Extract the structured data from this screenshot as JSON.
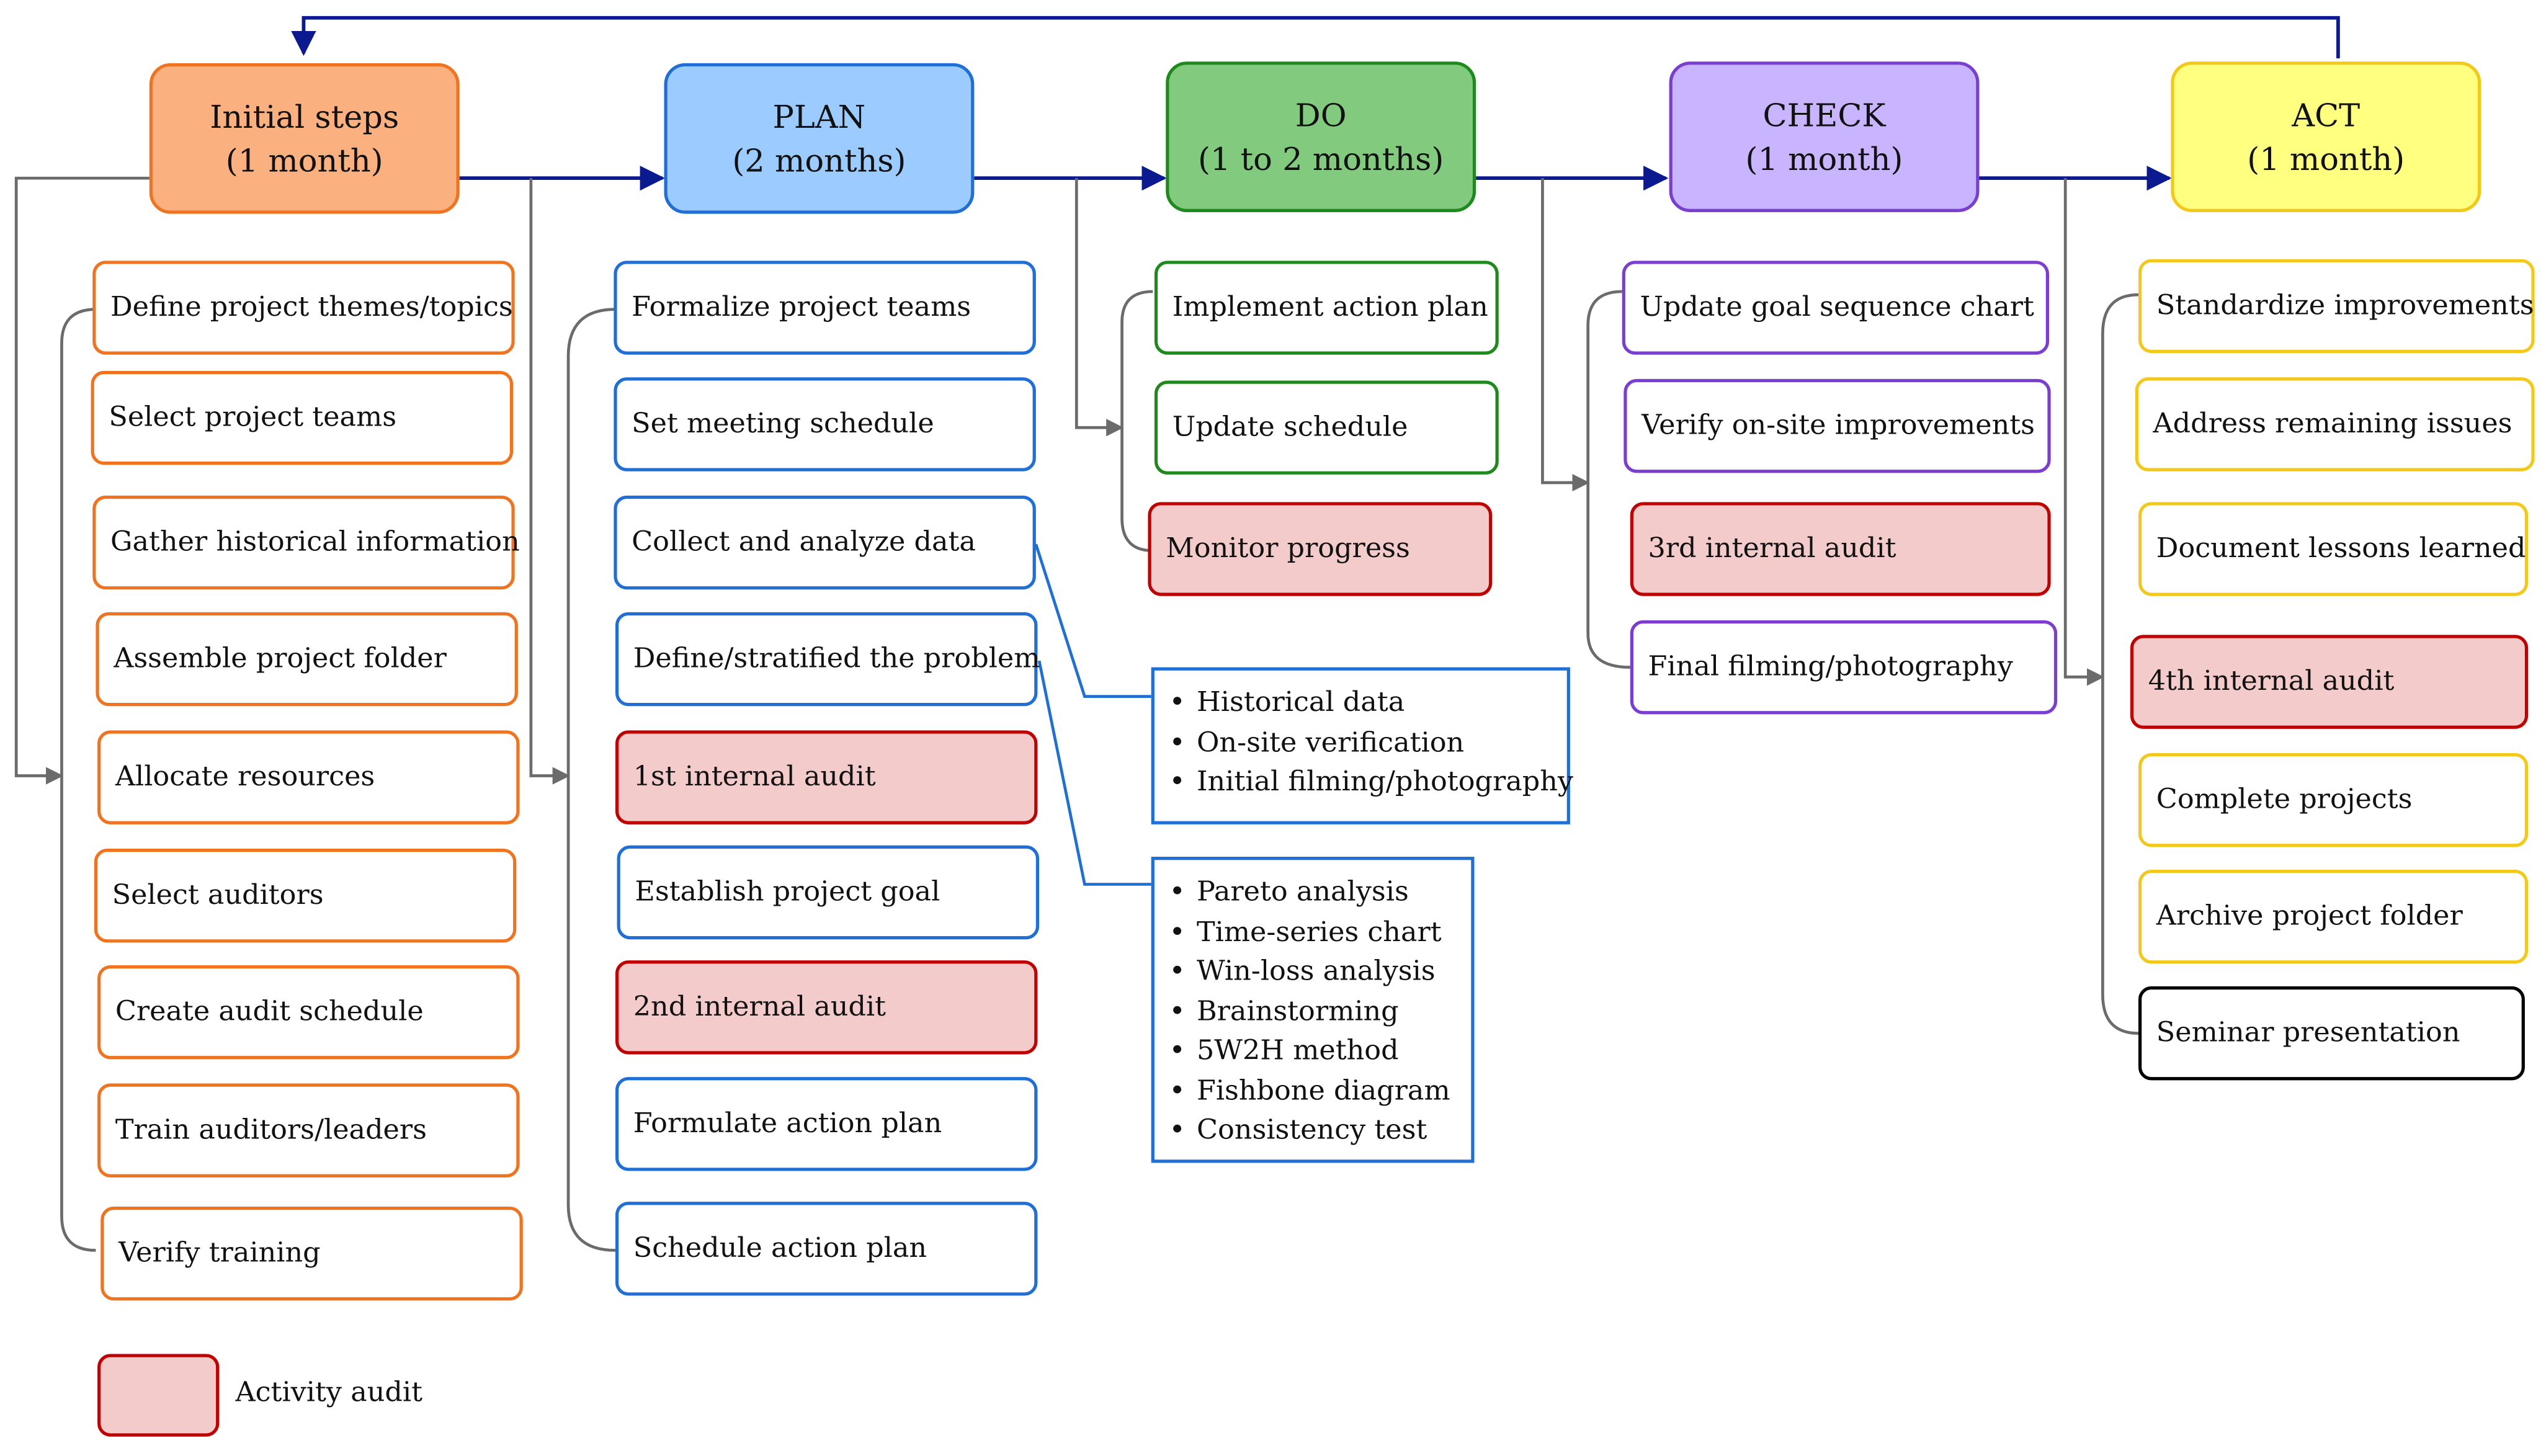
{
  "phases": [
    {
      "title": "Initial steps",
      "duration": "(1 month)",
      "fill": "#fbb07f",
      "border": "#f07320"
    },
    {
      "title": "PLAN",
      "duration": "(2 months)",
      "fill": "#9bcbff",
      "border": "#1f6fd6"
    },
    {
      "title": "DO",
      "duration": "(1 to 2 months)",
      "fill": "#82cb7e",
      "border": "#1e8a1e"
    },
    {
      "title": "CHECK",
      "duration": "(1 month)",
      "fill": "#c9b4ff",
      "border": "#7a3fd1"
    },
    {
      "title": "ACT",
      "duration": "(1 month)",
      "fill": "#ffff80",
      "border": "#f2c81b"
    }
  ],
  "columns": {
    "initial": [
      {
        "label": "Define project themes/topics",
        "audit": false
      },
      {
        "label": "Select project teams",
        "audit": false
      },
      {
        "label": "Gather historical information",
        "audit": false
      },
      {
        "label": "Assemble project folder",
        "audit": false
      },
      {
        "label": "Allocate resources",
        "audit": false
      },
      {
        "label": "Select auditors",
        "audit": false
      },
      {
        "label": "Create audit schedule",
        "audit": false
      },
      {
        "label": "Train auditors/leaders",
        "audit": false
      },
      {
        "label": "Verify training",
        "audit": false
      }
    ],
    "plan": [
      {
        "label": "Formalize project teams",
        "audit": false
      },
      {
        "label": "Set meeting schedule",
        "audit": false
      },
      {
        "label": "Collect and analyze data",
        "audit": false
      },
      {
        "label": "Define/stratified the problem",
        "audit": false
      },
      {
        "label": "1st internal audit",
        "audit": true
      },
      {
        "label": "Establish project goal",
        "audit": false
      },
      {
        "label": "2nd internal audit",
        "audit": true
      },
      {
        "label": "Formulate action plan",
        "audit": false
      },
      {
        "label": "Schedule action plan",
        "audit": false
      }
    ],
    "do": [
      {
        "label": "Implement action plan",
        "audit": false
      },
      {
        "label": "Update schedule",
        "audit": false
      },
      {
        "label": "Monitor progress",
        "audit": true
      }
    ],
    "check": [
      {
        "label": "Update goal sequence chart",
        "audit": false
      },
      {
        "label": "Verify on-site improvements",
        "audit": false
      },
      {
        "label": "3rd internal audit",
        "audit": true
      },
      {
        "label": "Final filming/photography",
        "audit": false
      }
    ],
    "act": [
      {
        "label": "Standardize improvements",
        "audit": false
      },
      {
        "label": "Address remaining issues",
        "audit": false
      },
      {
        "label": "Document lessons learned",
        "audit": false
      },
      {
        "label": "4th internal audit",
        "audit": true
      },
      {
        "label": "Complete projects",
        "audit": false
      },
      {
        "label": "Archive project folder",
        "audit": false
      },
      {
        "label": "Seminar presentation",
        "audit": false
      }
    ]
  },
  "data_collection_methods": [
    "Historical data",
    "On-site verification",
    "Initial filming/photography"
  ],
  "problem_analysis_tools": [
    "Pareto analysis",
    "Time-series chart",
    "Win-loss analysis",
    "Brainstorming",
    "5W2H method",
    "Fishbone diagram",
    "Consistency test"
  ],
  "legend": {
    "label": "Activity audit"
  },
  "colors": {
    "audit_fill": "#f3cbcb",
    "audit_border": "#c00000",
    "flow_arrow": "#0b1b8f",
    "bracket": "#6b6b6b",
    "tools_border": "#1f6fd6",
    "seminar_border": "#000000"
  }
}
